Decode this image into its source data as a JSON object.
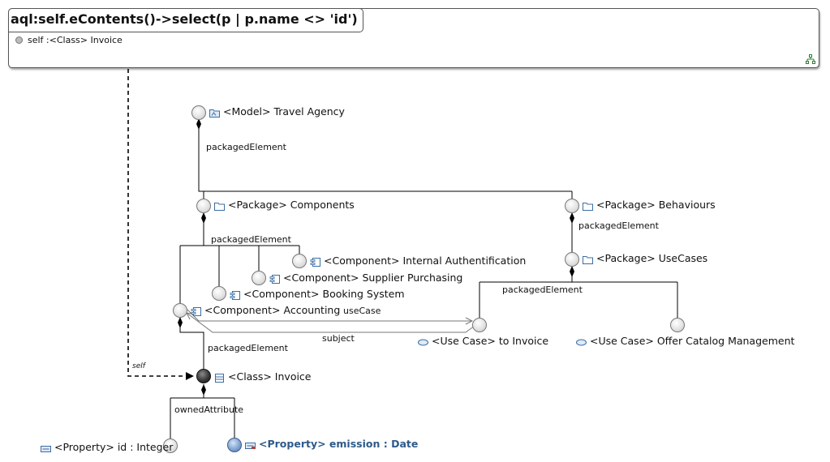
{
  "query": {
    "expression": "aql:self.eContents()->select(p | p.name <> 'id')",
    "variable": "self :<Class> Invoice"
  },
  "nodes": {
    "travel_agency": "<Model> Travel Agency",
    "components": "<Package> Components",
    "behaviours": "<Package> Behaviours",
    "internal_auth": "<Component> Internal Authentification",
    "supplier_purchasing": "<Component> Supplier Purchasing",
    "booking_system": "<Component> Booking System",
    "accounting": "<Component> Accounting",
    "usecases": "<Package> UseCases",
    "uc_to_invoice": "<Use Case> to Invoice",
    "uc_offer_catalog": "<Use Case> Offer Catalog Management",
    "invoice": "<Class> Invoice",
    "prop_id": "<Property> id : Integer",
    "prop_emission": "<Property> emission : Date"
  },
  "edges": {
    "packaged_1": "packagedElement",
    "packaged_2": "packagedElement",
    "packaged_3": "packagedElement",
    "packaged_4": "packagedElement",
    "packaged_5": "packagedElement",
    "use_case": "useCase",
    "subject": "subject",
    "owned_attribute": "ownedAttribute",
    "self_ref": "self"
  },
  "colors": {
    "line": "#000000",
    "model_icon": "#3a6ea5",
    "selected_label": "#2e5a8a"
  },
  "icons": {
    "model": "model-icon",
    "package": "package-icon",
    "component": "component-icon",
    "use_case": "use-case-icon",
    "class": "class-icon",
    "property": "property-icon",
    "layout": "layout-icon"
  }
}
